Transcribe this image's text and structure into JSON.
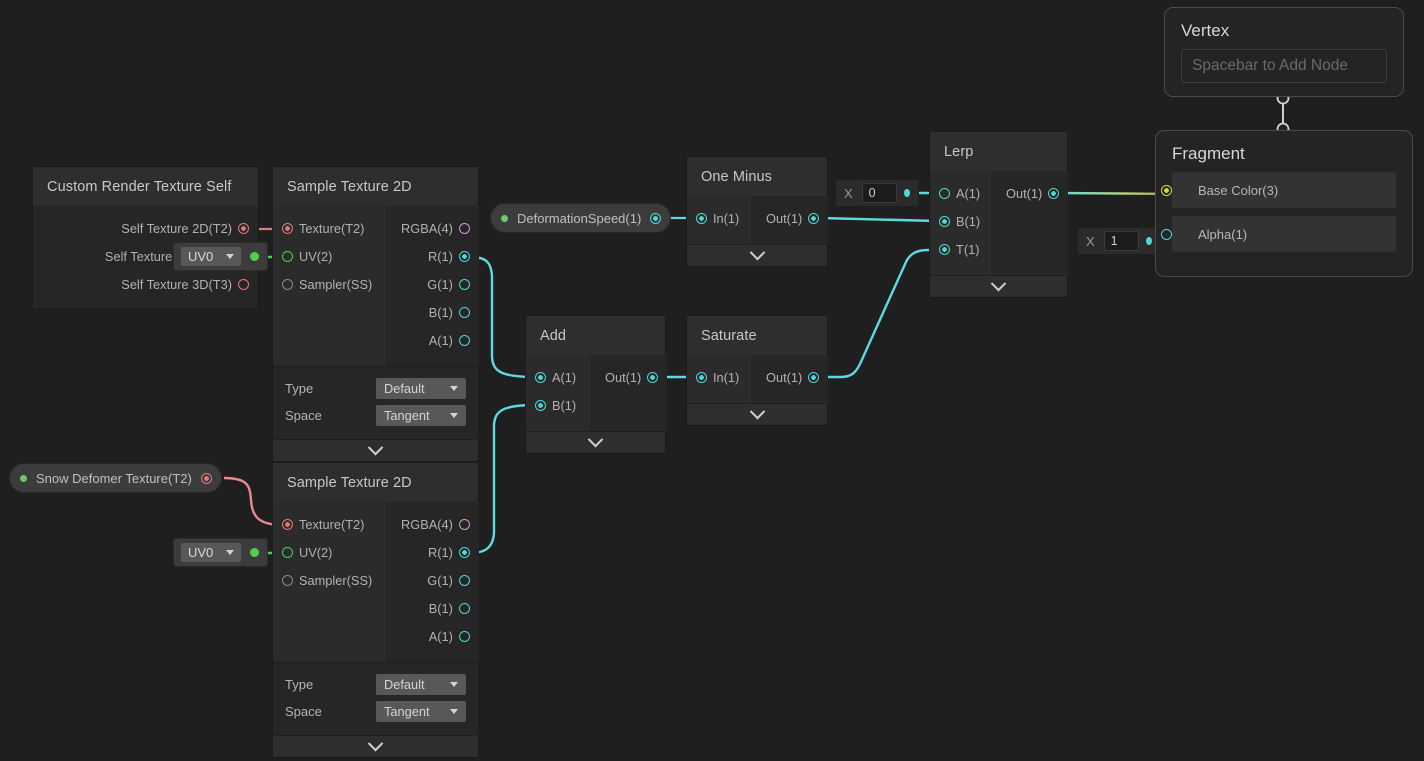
{
  "canvas": {
    "background": "#1f1f1f"
  },
  "colors": {
    "wire_cyan": "#5fd8e0",
    "wire_red": "#e07a7a",
    "wire_green": "#4fd04f",
    "wire_yellow": "#c8c84a",
    "wire_white": "#cfcfcf",
    "node_body": "#262626",
    "node_header": "#2e2e2e",
    "port_vec1": "#4fd6d6",
    "port_vec4": "#d69ad6",
    "port_texture": "#e07a7a",
    "port_uv": "#4fd04f",
    "port_color3": "#d8d84a"
  },
  "nodes": {
    "custom_render_texture_self": {
      "title": "Custom Render Texture Self",
      "inputs": [],
      "outputs": [
        {
          "label": "Self Texture 2D(T2)",
          "type": "texture",
          "connected": true
        },
        {
          "label": "Self Texture Cube(TC)",
          "type": "texture",
          "connected": false
        },
        {
          "label": "Self Texture 3D(T3)",
          "type": "texture",
          "connected": false
        }
      ]
    },
    "sample_texture_2d_top": {
      "title": "Sample Texture 2D",
      "inputs": [
        {
          "label": "Texture(T2)",
          "type": "texture",
          "connected": true
        },
        {
          "label": "UV(2)",
          "type": "uv",
          "connected": true
        },
        {
          "label": "Sampler(SS)",
          "type": "sampler",
          "connected": false
        }
      ],
      "outputs": [
        {
          "label": "RGBA(4)",
          "type": "vec4",
          "connected": false
        },
        {
          "label": "R(1)",
          "type": "vec1",
          "connected": true
        },
        {
          "label": "G(1)",
          "type": "vec1",
          "connected": false
        },
        {
          "label": "B(1)",
          "type": "vec1",
          "connected": false
        },
        {
          "label": "A(1)",
          "type": "vec1",
          "connected": false
        }
      ],
      "settings": [
        {
          "key": "Type",
          "value": "Default"
        },
        {
          "key": "Space",
          "value": "Tangent"
        }
      ]
    },
    "sample_texture_2d_bottom": {
      "title": "Sample Texture 2D",
      "inputs": [
        {
          "label": "Texture(T2)",
          "type": "texture",
          "connected": true
        },
        {
          "label": "UV(2)",
          "type": "uv",
          "connected": true
        },
        {
          "label": "Sampler(SS)",
          "type": "sampler",
          "connected": false
        }
      ],
      "outputs": [
        {
          "label": "RGBA(4)",
          "type": "vec4",
          "connected": false
        },
        {
          "label": "R(1)",
          "type": "vec1",
          "connected": true
        },
        {
          "label": "G(1)",
          "type": "vec1",
          "connected": false
        },
        {
          "label": "B(1)",
          "type": "vec1",
          "connected": false
        },
        {
          "label": "A(1)",
          "type": "vec1",
          "connected": false
        }
      ],
      "settings": [
        {
          "key": "Type",
          "value": "Default"
        },
        {
          "key": "Space",
          "value": "Tangent"
        }
      ]
    },
    "add": {
      "title": "Add",
      "inputs": [
        {
          "label": "A(1)",
          "type": "vec1",
          "connected": true
        },
        {
          "label": "B(1)",
          "type": "vec1",
          "connected": true
        }
      ],
      "outputs": [
        {
          "label": "Out(1)",
          "type": "vec1",
          "connected": true
        }
      ]
    },
    "saturate": {
      "title": "Saturate",
      "inputs": [
        {
          "label": "In(1)",
          "type": "vec1",
          "connected": true
        }
      ],
      "outputs": [
        {
          "label": "Out(1)",
          "type": "vec1",
          "connected": true
        }
      ]
    },
    "one_minus": {
      "title": "One Minus",
      "inputs": [
        {
          "label": "In(1)",
          "type": "vec1",
          "connected": true
        }
      ],
      "outputs": [
        {
          "label": "Out(1)",
          "type": "vec1",
          "connected": true
        }
      ]
    },
    "lerp": {
      "title": "Lerp",
      "inputs": [
        {
          "label": "A(1)",
          "type": "vec1",
          "connected": false
        },
        {
          "label": "B(1)",
          "type": "vec1",
          "connected": true
        },
        {
          "label": "T(1)",
          "type": "vec1",
          "connected": true
        }
      ],
      "outputs": [
        {
          "label": "Out(1)",
          "type": "vec1",
          "connected": true
        }
      ]
    }
  },
  "properties": {
    "deformation_speed": {
      "label": "DeformationSpeed(1)",
      "type": "vec1"
    },
    "snow_deformer_texture": {
      "label": "Snow Defomer Texture(T2)",
      "type": "texture"
    }
  },
  "inline_inputs": {
    "lerp_a": {
      "axis": "X",
      "value": "0"
    },
    "alpha": {
      "axis": "X",
      "value": "1"
    }
  },
  "uv_nodes": {
    "top": {
      "value": "UV0"
    },
    "bottom": {
      "value": "UV0"
    }
  },
  "master_stack": {
    "vertex": {
      "title": "Vertex",
      "placeholder": "Spacebar to Add Node"
    },
    "fragment": {
      "title": "Fragment",
      "blocks": [
        {
          "label": "Base Color(3)",
          "type": "color3",
          "connected": true
        },
        {
          "label": "Alpha(1)",
          "type": "vec1",
          "connected": true
        }
      ]
    }
  }
}
